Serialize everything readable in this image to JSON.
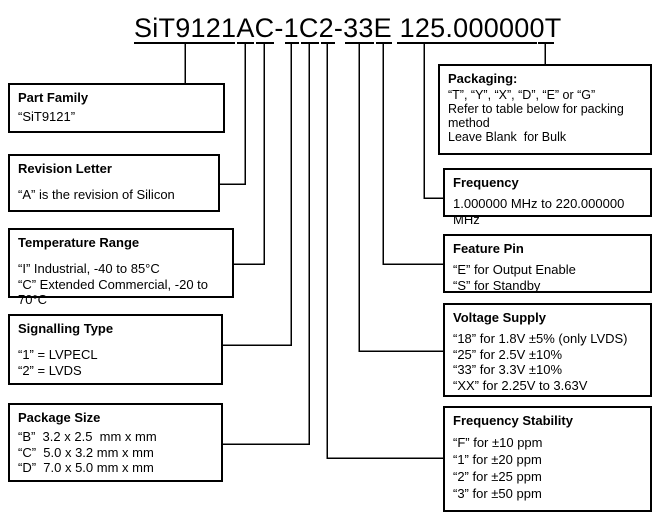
{
  "part_number": "SiT9121AC-1C2-33E 125.000000T",
  "part_number_segments": [
    "SiT9121",
    "A",
    "C",
    "1",
    "C",
    "2",
    "33",
    "E",
    "125.000000",
    "T"
  ],
  "colors": {
    "line": "#000000",
    "background": "#ffffff",
    "text": "#000000"
  },
  "left_boxes": [
    {
      "heading": "Part Family",
      "lines": [
        "“SiT9121”"
      ]
    },
    {
      "heading": "Revision Letter",
      "lines": [
        "“A” is the revision of Silicon"
      ]
    },
    {
      "heading": "Temperature Range",
      "lines": [
        "“I” Industrial, -40 to 85°C",
        "“C” Extended Commercial, -20 to 70°C"
      ]
    },
    {
      "heading": "Signalling Type",
      "lines": [
        "“1” = LVPECL",
        "“2” = LVDS"
      ]
    },
    {
      "heading": "Package Size",
      "lines": [
        "“B”  3.2 x 2.5  mm x mm",
        "“C”  5.0 x 3.2 mm x mm",
        "“D”  7.0 x 5.0 mm x mm"
      ]
    }
  ],
  "right_boxes": [
    {
      "heading": "Packaging:",
      "lines": [
        "“T”, “Y”, “X”, “D”, “E” or “G”",
        "Refer to table below for packing method",
        "Leave Blank  for Bulk"
      ]
    },
    {
      "heading": "Frequency",
      "lines": [
        "1.000000 MHz to 220.000000 MHz"
      ]
    },
    {
      "heading": "Feature Pin",
      "lines": [
        "“E” for Output Enable",
        "“S” for Standby"
      ]
    },
    {
      "heading": "Voltage Supply",
      "lines": [
        "“18” for 1.8V ±5% (only LVDS)",
        "“25” for 2.5V ±10%",
        "“33” for 3.3V ±10%",
        "“XX” for 2.25V to 3.63V"
      ]
    },
    {
      "heading": "Frequency Stability",
      "lines": [
        "“F” for ±10 ppm",
        "“1” for ±20 ppm",
        "“2” for ±25 ppm",
        "“3” for ±50 ppm"
      ]
    }
  ]
}
